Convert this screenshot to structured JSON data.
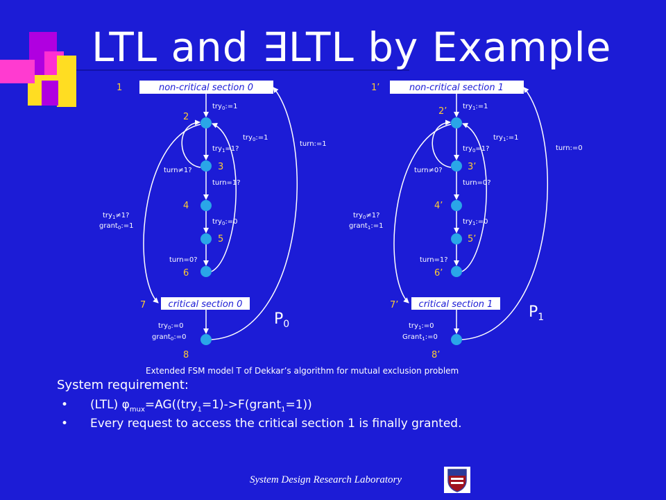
{
  "title": "LTL and ∃LTL by Example",
  "p0": {
    "label_main": "P",
    "label_sub": "0",
    "noncrit": "non-critical section 0",
    "crit": "critical section 0",
    "nums": [
      "1",
      "2",
      "3",
      "4",
      "5",
      "6",
      "7",
      "8"
    ],
    "try_set": {
      "main": "try",
      "sub": "0",
      "rest": ":=1"
    },
    "try_loop": {
      "main": "try",
      "sub": "0",
      "rest": ":=1"
    },
    "try_other": {
      "main": "try",
      "sub": "1",
      "rest": "=1?"
    },
    "turn_neq": "turn≠1?",
    "turn_eq": "turn=1?",
    "try_reset": {
      "main": "try",
      "sub": "0",
      "rest": ":=0"
    },
    "turn_wait": "turn=0?",
    "try_other_neq": {
      "main": "try",
      "sub": "1",
      "rest": "≠1?"
    },
    "grant_set": {
      "main": "grant",
      "sub": "0",
      "rest": ":=1"
    },
    "turn_assign": "turn:=1",
    "exit_try": {
      "main": "try",
      "sub": "0",
      "rest": ":=0"
    },
    "exit_grant": {
      "main": "grant",
      "sub": "0",
      "rest": ":=0"
    }
  },
  "p1": {
    "label_main": "P",
    "label_sub": "1",
    "noncrit": "non-critical section 1",
    "crit": "critical section 1",
    "nums": [
      "1’",
      "2’",
      "3’",
      "4’",
      "5’",
      "6’",
      "7’",
      "8’"
    ],
    "try_set": {
      "main": "try",
      "sub": "1",
      "rest": ":=1"
    },
    "try_loop": {
      "main": "try",
      "sub": "1",
      "rest": ":=1"
    },
    "try_other": {
      "main": "try",
      "sub": "0",
      "rest": "=1?"
    },
    "turn_neq": "turn≠0?",
    "turn_eq": "turn=0?",
    "try_reset": {
      "main": "try",
      "sub": "1",
      "rest": ":=0"
    },
    "turn_wait": "turn=1?",
    "try_other_neq": {
      "main": "try",
      "sub": "0",
      "rest": "≠1?"
    },
    "grant_set": {
      "main": "grant",
      "sub": "1",
      "rest": ":=1"
    },
    "turn_assign": "turn:=0",
    "exit_try": {
      "main": "try",
      "sub": "1",
      "rest": ":=0"
    },
    "exit_grant": {
      "main": "Grant",
      "sub": "1",
      "rest": ":=0"
    }
  },
  "caption": "Extended FSM model T of Dekkar’s algorithm for mutual exclusion problem",
  "requirement": {
    "heading": "System requirement:",
    "bullet1": {
      "pre": "(LTL) ",
      "phi": "φ",
      "phi_sub": "mux",
      "mid": "=AG((try",
      "s1": "1",
      "mid2": "=1)->F(grant",
      "s2": "1",
      "end": "=1))"
    },
    "bullet2": "Every request to access the critical section 1 is finally granted."
  },
  "footer": "System Design Research Laboratory",
  "colors": {
    "background": "#1c1cd6",
    "node": "#2aa6e8",
    "number": "#ffcc33",
    "box": "#ffffff"
  }
}
